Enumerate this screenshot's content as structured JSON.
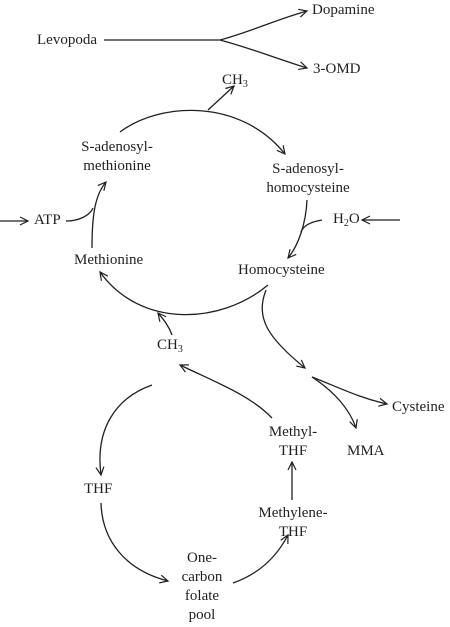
{
  "labels": {
    "levopoda": "Levopoda",
    "dopamine": "Dopamine",
    "omd": "3-OMD",
    "ch3_top": "CH",
    "ch3_top_sub": "3",
    "sam_1": "S-adenosyl-",
    "sam_2": "methionine",
    "sah_1": "S-adenosyl-",
    "sah_2": "homocysteine",
    "atp": "ATP",
    "h2o_h": "H",
    "h2o_sub": "2",
    "h2o_o": "O",
    "methionine": "Methionine",
    "homocysteine": "Homocysteine",
    "ch3_mid": "CH",
    "ch3_mid_sub": "3",
    "cysteine": "Cysteine",
    "mma": "MMA",
    "methyl_thf_1": "Methyl-",
    "methyl_thf_2": "THF",
    "thf": "THF",
    "methylene_thf_1": "Methylene-",
    "methylene_thf_2": "THF",
    "pool_1": "One-",
    "pool_2": "carbon",
    "pool_3": "folate",
    "pool_4": "pool"
  }
}
